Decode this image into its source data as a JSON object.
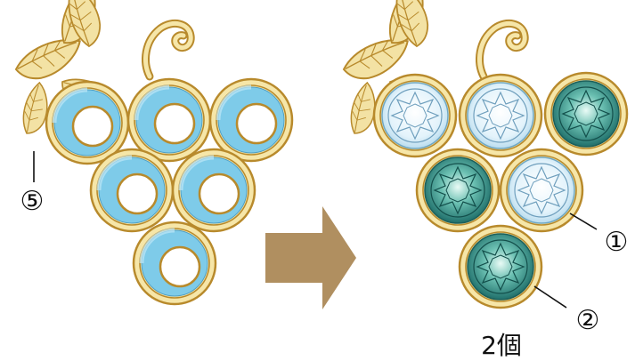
{
  "labels": {
    "callout_1": "①",
    "callout_2": "②",
    "callout_5": "⑤",
    "quantity": "2個"
  },
  "colors": {
    "gold_fill": "#f6e6a8",
    "gold_stroke": "#b88a2c",
    "leaf_fill": "#f3e2a4",
    "blue_slot": "#7ecbe9",
    "clear_gem": "#e6f4fb",
    "green_gem": "#2f8d86",
    "arrow": "#b08f60"
  },
  "left_settings": 6,
  "right_gems": [
    "clear",
    "clear",
    "green",
    "green",
    "clear",
    "green"
  ]
}
